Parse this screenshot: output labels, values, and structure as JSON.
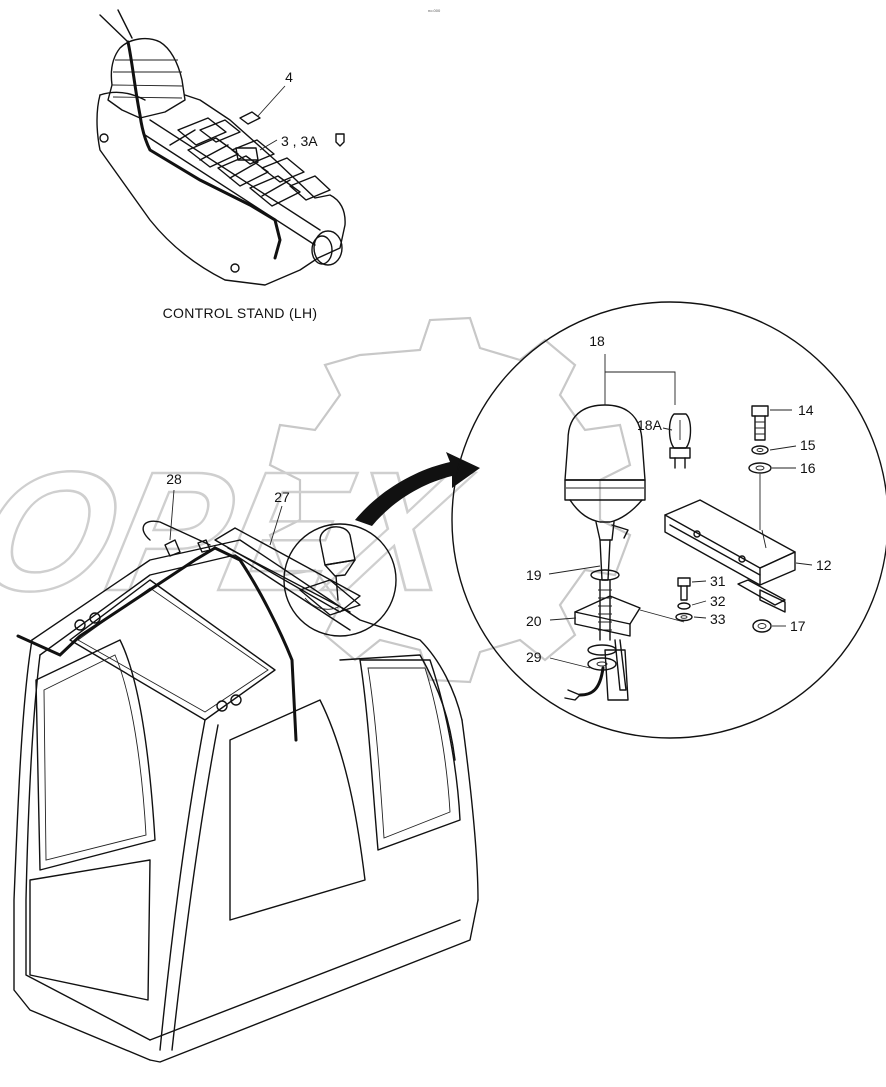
{
  "top_mark": "no.000",
  "caption": "CONTROL STAND (LH)",
  "watermark": "OPEX",
  "callouts": {
    "c4": "4",
    "c3": "3 , 3A",
    "c28": "28",
    "c27": "27",
    "c18": "18",
    "c18a": "18A",
    "c14": "14",
    "c15": "15",
    "c16": "16",
    "c12": "12",
    "c19": "19",
    "c31": "31",
    "c32": "32",
    "c33": "33",
    "c20": "20",
    "c17": "17",
    "c29": "29"
  }
}
